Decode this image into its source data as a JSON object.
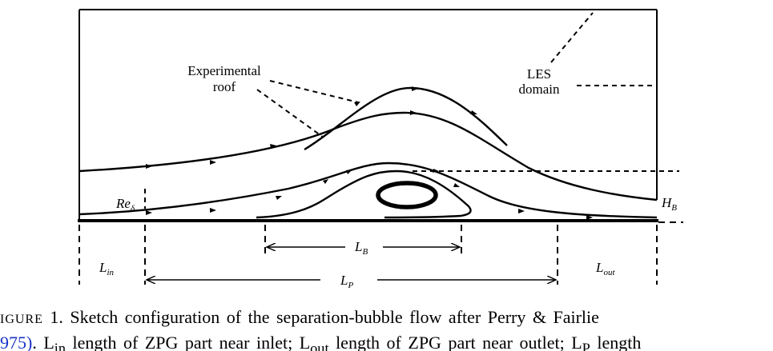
{
  "labels": {
    "experimental_roof_line1": "Experimental",
    "experimental_roof_line2": "roof",
    "les_domain_line1": "LES",
    "les_domain_line2": "domain",
    "re_delta": "Re",
    "re_delta_sub": "δ",
    "h_b": "H",
    "h_b_sub": "B",
    "l_in": "L",
    "l_in_sub": "in",
    "l_out": "L",
    "l_out_sub": "out",
    "l_b": "L",
    "l_b_sub": "B",
    "l_p": "L",
    "l_p_sub": "P"
  },
  "caption": {
    "line1_prefix": "IGURE",
    "line1_text": " 1. Sketch configuration of the separation-bubble flow after Perry & Fairlie",
    "line2_cite": "975)",
    "line2_text": ". L",
    "line2_sub1": "in",
    "line2_text2": " length of ZPG part near inlet; L",
    "line2_sub2": "out",
    "line2_text3": " length of ZPG part near outlet; L",
    "line2_sub3": "P",
    "line2_text4": " length"
  },
  "colors": {
    "ink": "#000000",
    "citation": "#1a35c9"
  }
}
